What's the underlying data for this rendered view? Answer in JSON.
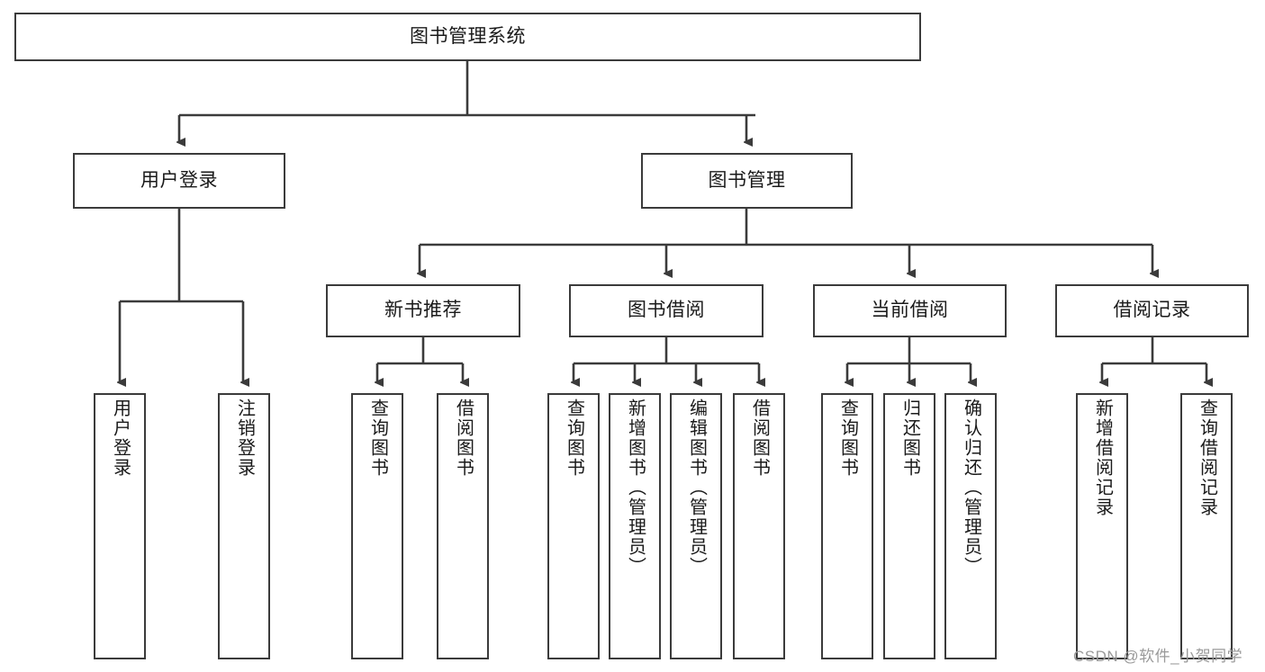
{
  "diagram": {
    "title": "图书管理系统",
    "type": "tree-hierarchy",
    "root": {
      "label": "图书管理系统"
    },
    "level2": [
      {
        "label": "用户登录"
      },
      {
        "label": "图书管理"
      }
    ],
    "level3": [
      {
        "label": "新书推荐"
      },
      {
        "label": "图书借阅"
      },
      {
        "label": "当前借阅"
      },
      {
        "label": "借阅记录"
      }
    ],
    "leaves": {
      "user_login": [
        {
          "label": "用户登录"
        },
        {
          "label": "注销登录"
        }
      ],
      "new_book_recommend": [
        {
          "label": "查询图书"
        },
        {
          "label": "借阅图书"
        }
      ],
      "book_borrow": [
        {
          "label": "查询图书"
        },
        {
          "label": "新增图书（管理员）"
        },
        {
          "label": "编辑图书（管理员）"
        },
        {
          "label": "借阅图书"
        }
      ],
      "current_borrow": [
        {
          "label": "查询图书"
        },
        {
          "label": "归还图书"
        },
        {
          "label": "确认归还（管理员）"
        }
      ],
      "borrow_record": [
        {
          "label": "新增借阅记录"
        },
        {
          "label": "查询借阅记录"
        }
      ]
    }
  },
  "watermark": {
    "text": "CSDN @软件_小贺同学"
  },
  "colors": {
    "stroke": "#3b3b3b",
    "fill": "#ffffff",
    "text": "#1a1a1a",
    "watermark": "#9a9a9a"
  }
}
